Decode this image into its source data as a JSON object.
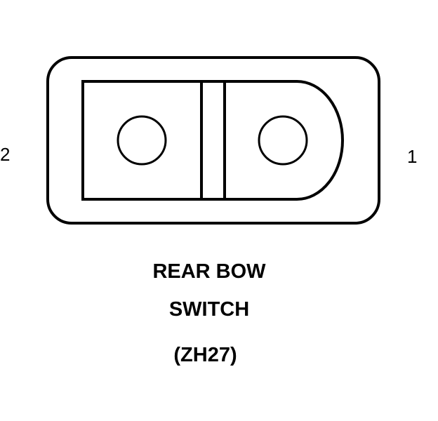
{
  "connector": {
    "pins": [
      {
        "number": "2"
      },
      {
        "number": "1"
      }
    ],
    "caption_line_1": "REAR BOW",
    "caption_line_2": "SWITCH",
    "code": "(ZH27)"
  },
  "colors": {
    "stroke": "#000000",
    "background": "#ffffff"
  }
}
